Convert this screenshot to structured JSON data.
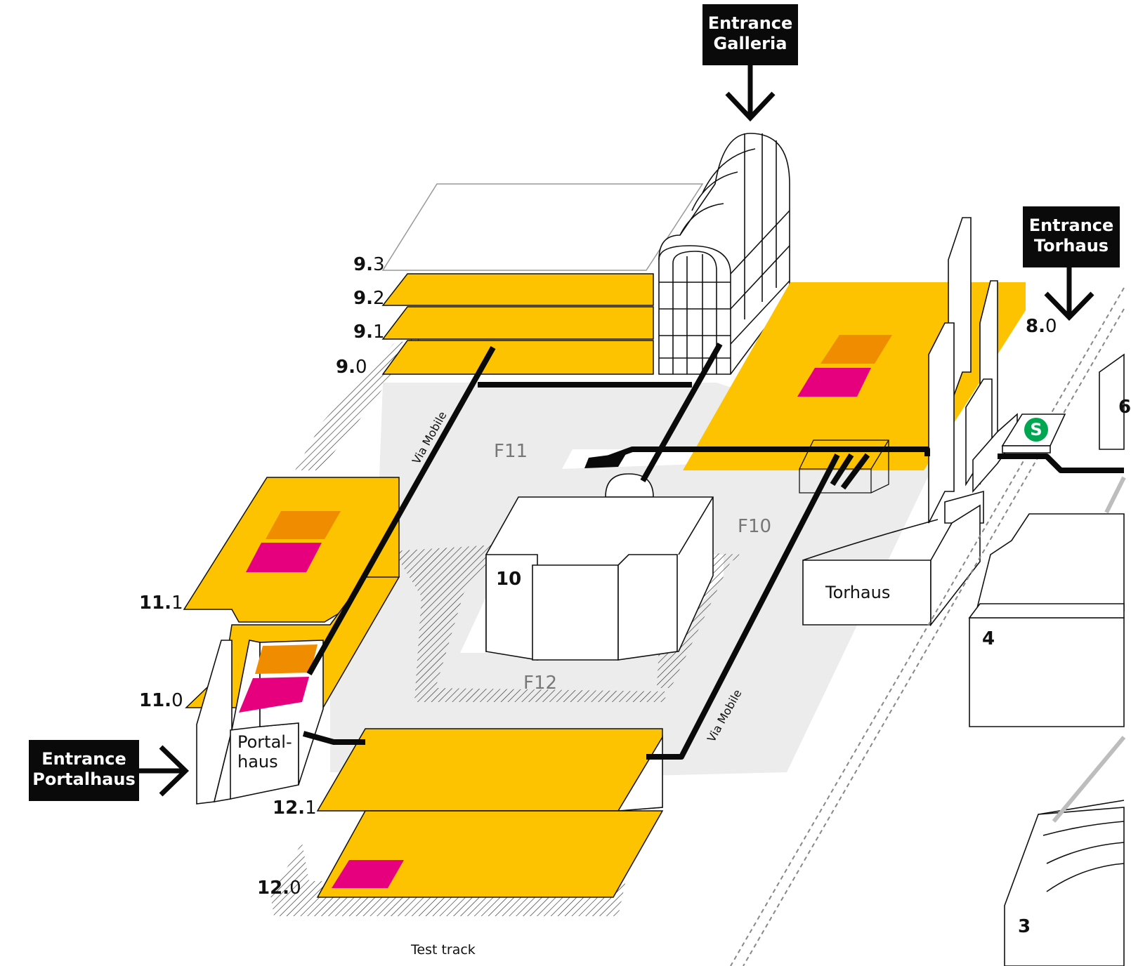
{
  "entrances": {
    "galleria": {
      "line1": "Entrance",
      "line2": "Galleria"
    },
    "torhaus": {
      "line1": "Entrance",
      "line2": "Torhaus"
    },
    "portalhaus": {
      "line1": "Entrance",
      "line2": "Portalhaus"
    }
  },
  "levels": {
    "h9_3": {
      "hall": "9.",
      "floor": "3"
    },
    "h9_2": {
      "hall": "9.",
      "floor": "2"
    },
    "h9_1": {
      "hall": "9.",
      "floor": "1"
    },
    "h9_0": {
      "hall": "9.",
      "floor": "0"
    },
    "h8_0": {
      "hall": "8.",
      "floor": "0"
    },
    "h11_1": {
      "hall": "11.",
      "floor": "1"
    },
    "h11_0": {
      "hall": "11.",
      "floor": "0"
    },
    "h12_1": {
      "hall": "12.",
      "floor": "1"
    },
    "h12_0": {
      "hall": "12.",
      "floor": "0"
    }
  },
  "areas": {
    "f10": "F10",
    "f11": "F11",
    "f12": "F12"
  },
  "buildings": {
    "torhaus": "Torhaus",
    "portalhaus_line1": "Portal-",
    "portalhaus_line2": "haus",
    "hall10": "10",
    "hall4": "4",
    "hall3": "3",
    "hall6_partial": "6"
  },
  "paths": {
    "via_mobile_1": "Via Mobile",
    "via_mobile_2": "Via Mobile",
    "test_track": "Test track"
  },
  "transit": {
    "sbahn": "S"
  },
  "colors": {
    "hall_yellow": "#fdc300",
    "highlight_orange": "#f08c00",
    "highlight_magenta": "#e6007e",
    "outdoor_gray": "#ececec",
    "path_black": "#0a0a0a",
    "sbahn_green": "#00a651"
  }
}
